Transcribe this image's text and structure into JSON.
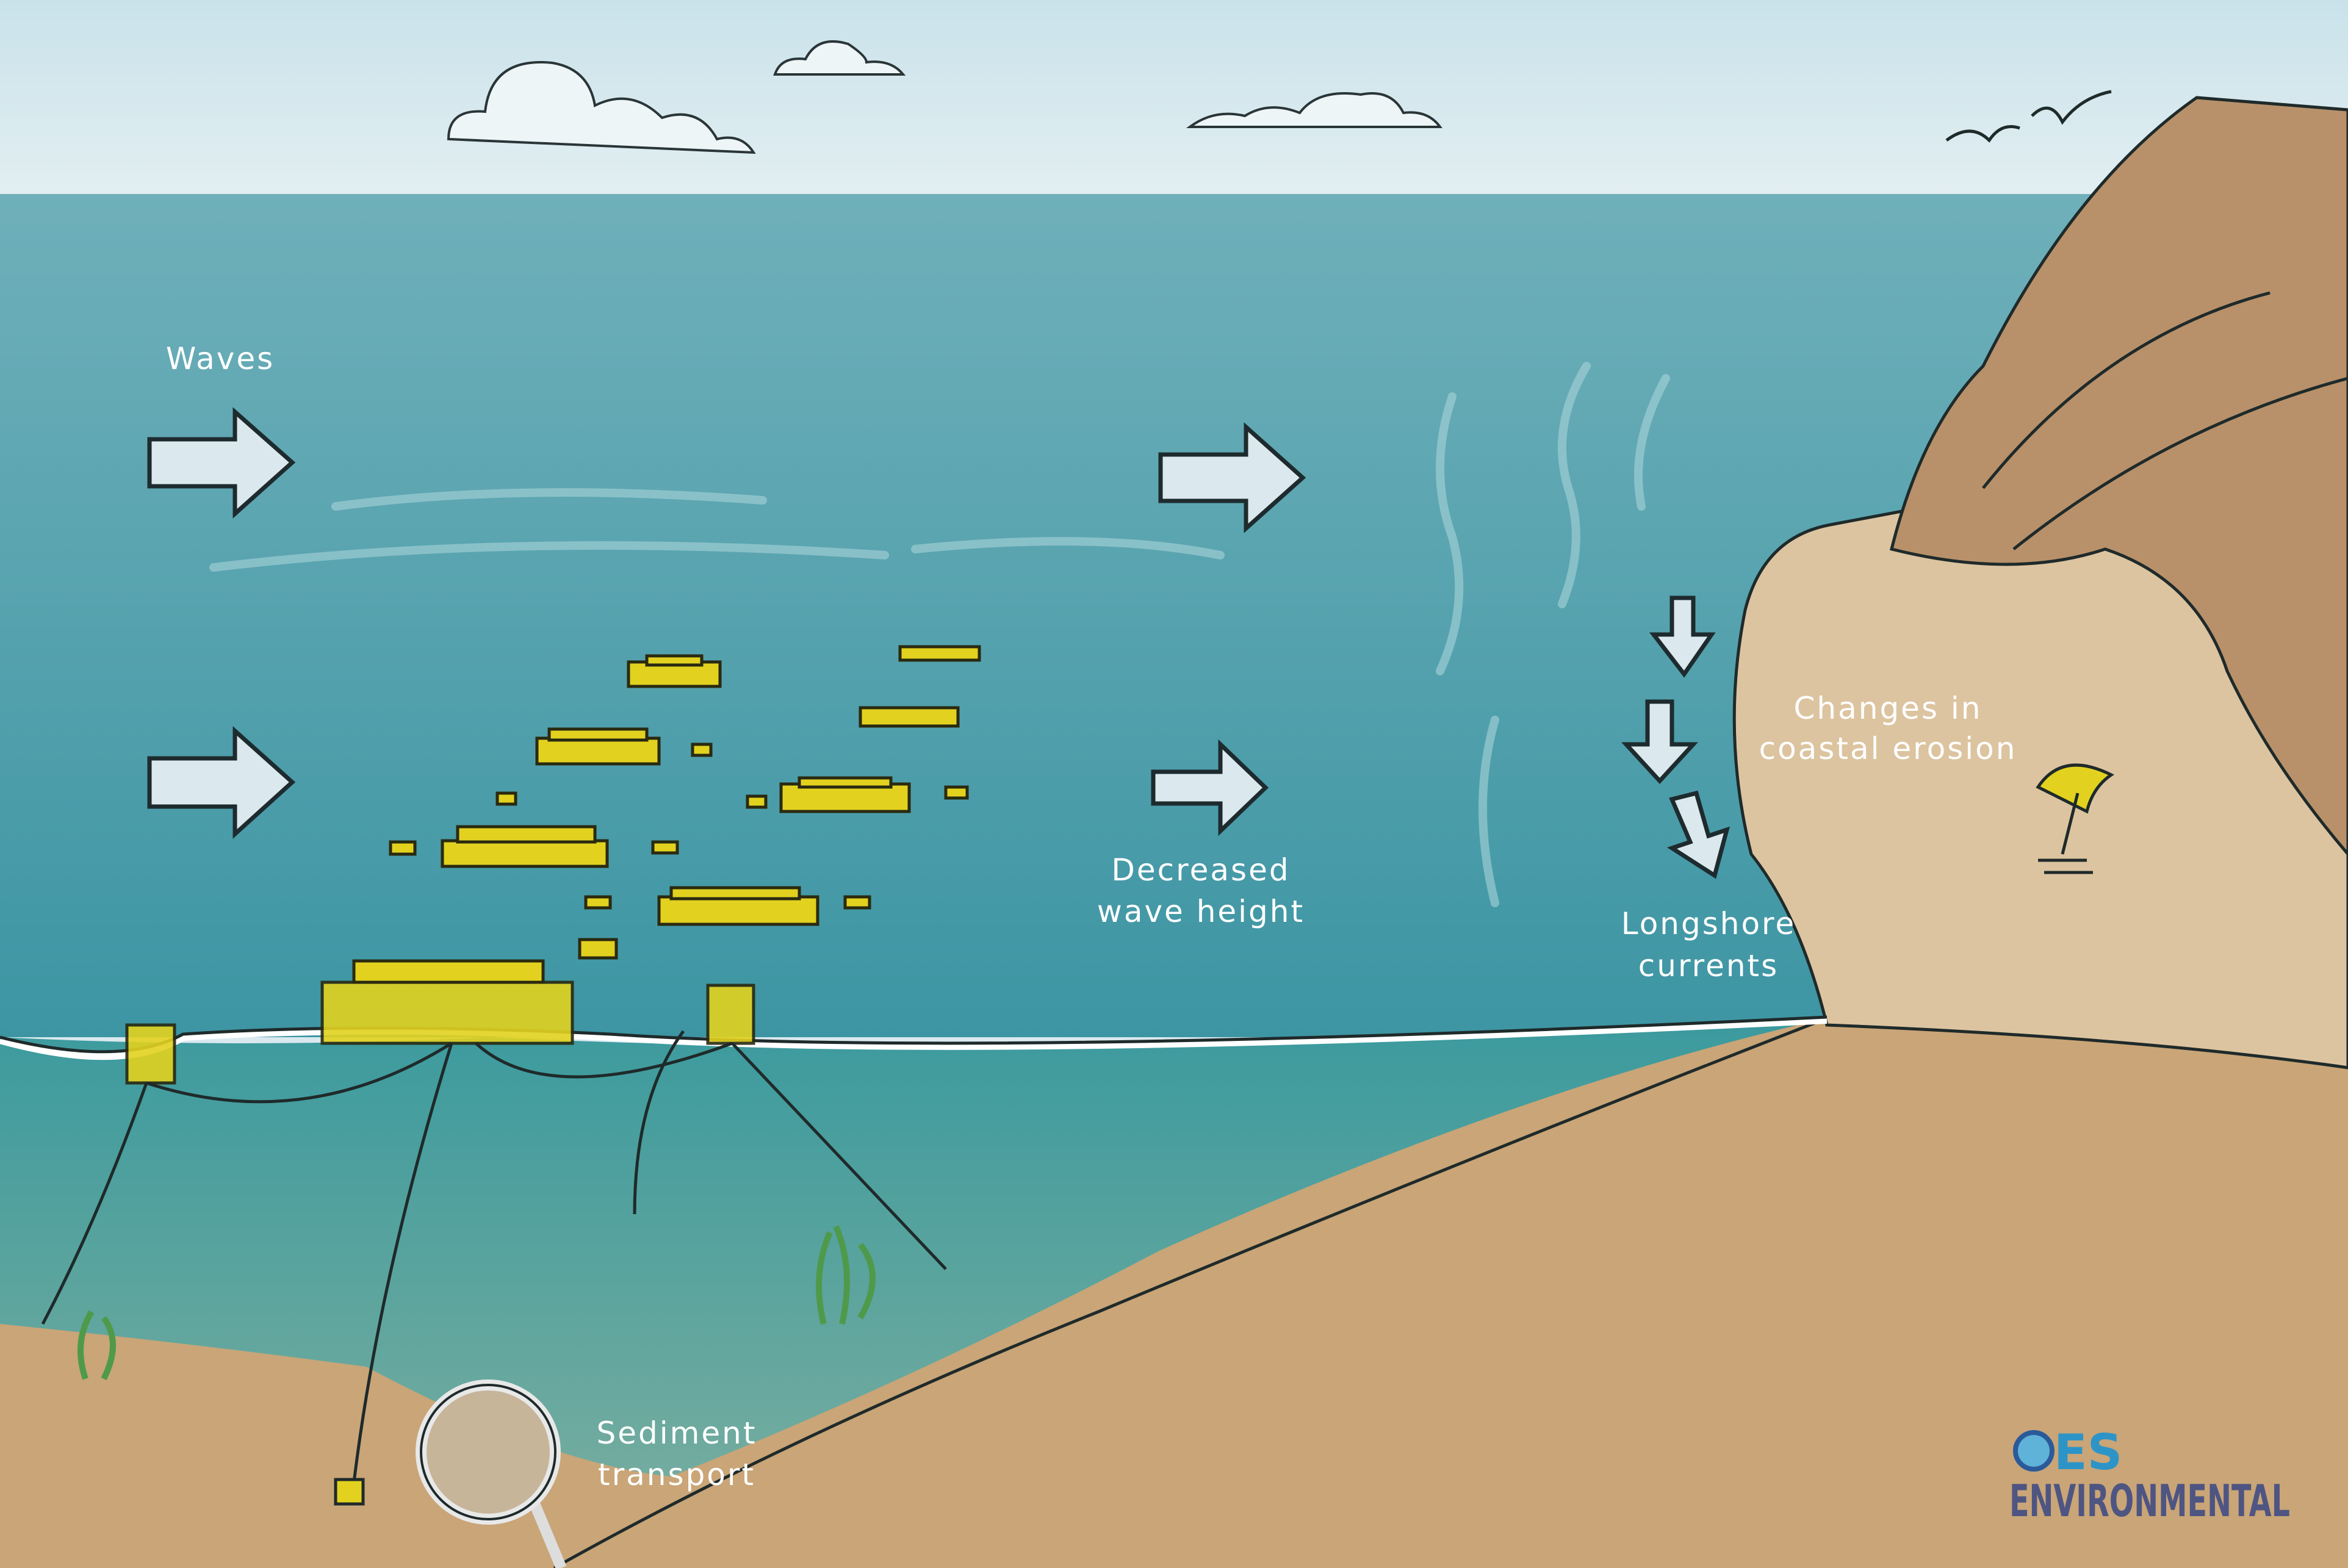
{
  "labels": {
    "waves": "Waves",
    "decreased_1": "Decreased",
    "decreased_2": "wave height",
    "longshore_1": "Longshore",
    "longshore_2": "currents",
    "erosion_1": "Changes in",
    "erosion_2": "coastal erosion",
    "sediment_1": "Sediment",
    "sediment_2": "transport"
  },
  "logo": {
    "line1": "ES",
    "line2": "ENVIRONMENTAL"
  },
  "colors": {
    "sky": "#d6e8ef",
    "sea": "#4f9fab",
    "sea_deep": "#3a8d98",
    "sand": "#d6b98f",
    "cliff": "#b8916a",
    "floater": "#e2d21f"
  }
}
